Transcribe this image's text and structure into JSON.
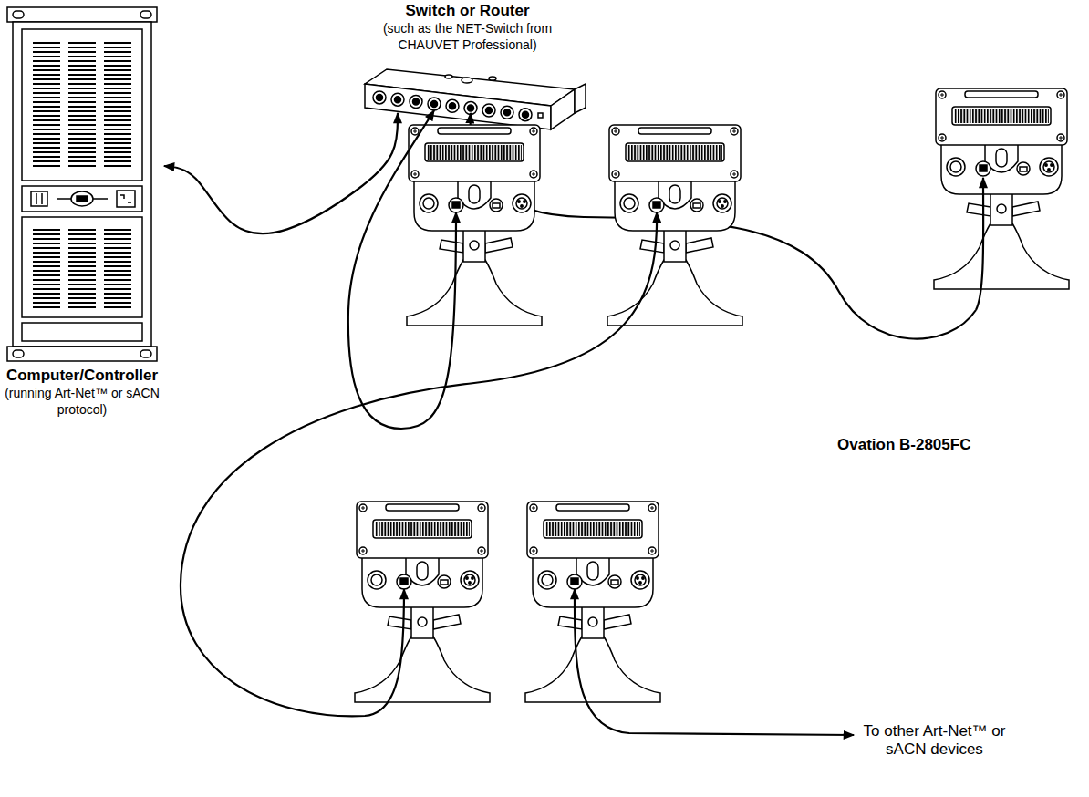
{
  "diagram": {
    "nodes": [
      {
        "text": [
          "Computer/Controller",
          "(running Art-Net™ or sACN protocol)"
        ]
      },
      {
        "text": [
          "Switch or Router",
          "(such as the NET-Switch from CHAUVET Professional)"
        ]
      }
    ],
    "edges": [
      {
        "from": 0,
        "to": 1,
        "arrow": "both"
      }
    ],
    "labels": [
      "Ovation B-2805FC",
      "To other Art-Net™ or sACN devices"
    ]
  }
}
